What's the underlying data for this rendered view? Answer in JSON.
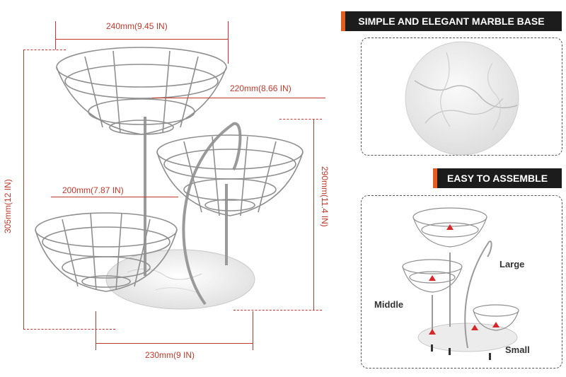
{
  "dimensions": {
    "top_width": "240mm(9.45 IN)",
    "mid_width": "220mm(8.66 IN)",
    "low_width": "200mm(7.87 IN)",
    "base_width": "230mm(9 IN)",
    "total_height": "305mm(12 IN)",
    "side_height": "290mm(11.4 IN)"
  },
  "right_panel": {
    "marble_title": "SIMPLE AND ELEGANT MARBLE BASE",
    "assemble_title": "EASY TO ASSEMBLE",
    "labels": {
      "large": "Large",
      "middle": "Middle",
      "small": "Small"
    }
  },
  "colors": {
    "dimension": "#c0392b",
    "banner_bg": "#1c1c1c",
    "accent": "#e25e1e"
  }
}
